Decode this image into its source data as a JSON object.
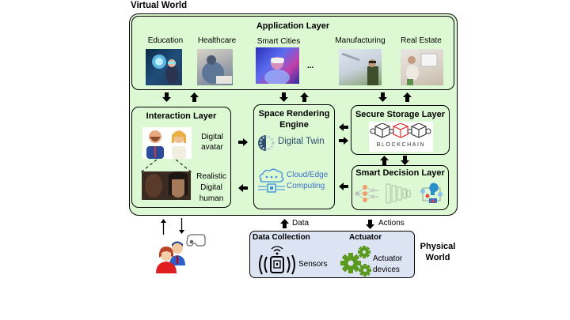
{
  "virtual_world": {
    "label": "Virtual World",
    "application_layer": {
      "title": "Application Layer",
      "apps": [
        {
          "label": "Education",
          "image": "education-vr-photo"
        },
        {
          "label": "Healthcare",
          "image": "healthcare-vr-photo"
        },
        {
          "label": "Smart Cities",
          "image": "smart-cities-vr-photo"
        },
        {
          "label": "Manufacturing",
          "image": "manufacturing-vr-photo"
        },
        {
          "label": "Real Estate",
          "image": "real-estate-vr-photo"
        }
      ],
      "ellipsis": "..."
    },
    "interaction_layer": {
      "title": "Interaction Layer",
      "digital_avatar": [
        "Digital",
        "avatar"
      ],
      "realistic_human": [
        "Realistic",
        "Digital",
        "human"
      ]
    },
    "space_rendering_engine": {
      "title_line1": "Space Rendering",
      "title_line2": "Engine",
      "digital_twin": "Digital Twin",
      "cloud_edge": [
        "Cloud/Edge",
        "Computing"
      ]
    },
    "secure_storage_layer": {
      "title": "Secure Storage Layer",
      "blockchain_label": "BLOCKCHAIN"
    },
    "smart_decision_layer": {
      "title": "Smart Decision Layer"
    }
  },
  "physical_world": {
    "label_line1": "Physical",
    "label_line2": "World",
    "data_arrow_label": "Data",
    "actions_arrow_label": "Actions",
    "data_collection": {
      "title": "Data Collection",
      "sensors": "Sensors"
    },
    "actuator": {
      "title": "Actuator",
      "devices": [
        "Actuator",
        "devices"
      ]
    }
  },
  "colors": {
    "virtual_bg": "#dcf9d3",
    "physical_bg": "#dce3f3",
    "digital_twin_text": "#2d4e6e",
    "cloud_text": "#3a6fc6",
    "gear_green": "#5a9a1e",
    "blockchain_red": "#e02020"
  }
}
